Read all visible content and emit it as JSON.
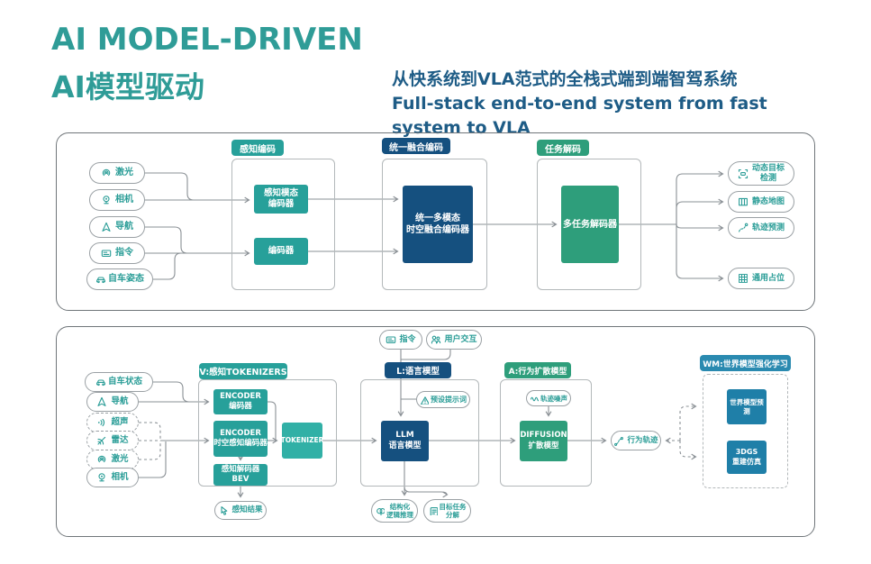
{
  "header": {
    "title_en": "AI MODEL-DRIVEN",
    "title_zh": "AI模型驱动",
    "subtitle": "从快系统到VLA范式的全栈式端到端智驾系统\nFull-stack end-to-end system from fast system to VLA"
  },
  "colors": {
    "teal": "#27a09a",
    "navy": "#15507f",
    "green": "#2e9e7b",
    "blue": "#1f7fa8",
    "title_teal": "#2f9c97",
    "subtitle_navy": "#1e5c86",
    "line_gray": "#8a9095"
  },
  "top": {
    "inputs": [
      {
        "label": "激光",
        "icon": "lidar-icon"
      },
      {
        "label": "相机",
        "icon": "camera-icon"
      },
      {
        "label": "导航",
        "icon": "nav-icon"
      },
      {
        "label": "指令",
        "icon": "command-icon"
      },
      {
        "label": "自车姿态",
        "icon": "car-icon"
      }
    ],
    "badges": {
      "perception": "感知编码",
      "fusion": "统一融合编码",
      "decode": "任务解码"
    },
    "boxes": {
      "modal_encoder": "感知模态\n编码器",
      "encoder": "编码器",
      "fusion_encoder": "统一多模态\n时空融合编码器",
      "multitask_decoder": "多任务解码器"
    },
    "outputs": [
      {
        "label": "动态目标\n检测",
        "icon": "detection-icon"
      },
      {
        "label": "静态地图",
        "icon": "map-icon"
      },
      {
        "label": "轨迹预测",
        "icon": "trajectory-icon"
      },
      {
        "label": "通用占位",
        "icon": "occupancy-icon"
      }
    ]
  },
  "bottom": {
    "top_inputs": [
      {
        "label": "指令",
        "icon": "command-icon"
      },
      {
        "label": "用户交互",
        "icon": "users-icon"
      }
    ],
    "inputs": [
      {
        "label": "自车状态",
        "icon": "car-icon"
      },
      {
        "label": "导航",
        "icon": "nav-icon"
      },
      {
        "label": "超声",
        "icon": "ultrasonic-icon"
      },
      {
        "label": "雷达",
        "icon": "radar-icon"
      },
      {
        "label": "激光",
        "icon": "lidar-icon"
      },
      {
        "label": "相机",
        "icon": "camera-icon"
      }
    ],
    "badges": {
      "v": "V:感知TOKENIZERS",
      "l": "L:语言模型",
      "a": "A:行为扩散模型",
      "wm": "WM:世界模型强化学习"
    },
    "boxes": {
      "encoder1": "ENCODER\n编码器",
      "encoder2": "ENCODER\n时空感知编码器",
      "bev": "感知解码器\nBEV",
      "tokenizer": "TOKENIZER",
      "llm": "LLM\n语言模型",
      "diffusion": "DIFFUSION\n扩散模型",
      "wm_predict": "世界模型预测",
      "wm_3dgs": "3DGS\n重建仿真"
    },
    "pills": {
      "prompt": {
        "label": "预设提示词",
        "icon": "prompt-icon"
      },
      "noise": {
        "label": "轨迹噪声",
        "icon": "noise-icon"
      },
      "perception_result": {
        "label": "感知结果",
        "icon": "pointer-icon"
      },
      "reasoning": {
        "label": "结构化\n逻辑推理",
        "icon": "brain-icon"
      },
      "task_decompose": {
        "label": "目标任务\n分解",
        "icon": "tasklist-icon"
      },
      "behavior": {
        "label": "行为轨迹",
        "icon": "route-icon"
      }
    }
  }
}
